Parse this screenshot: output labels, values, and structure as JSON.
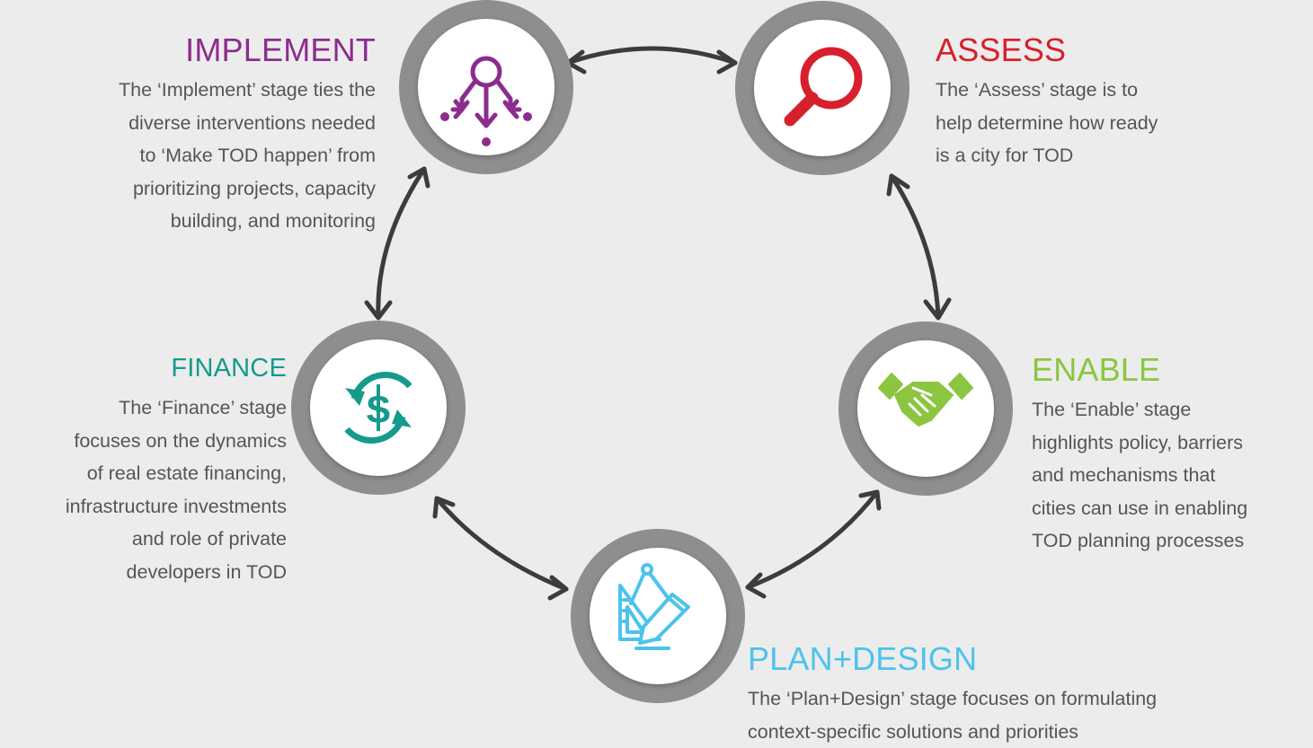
{
  "colors": {
    "background": "#ececec",
    "ring": "#8e8e8e",
    "connector": "#3c3c3c",
    "body_text": "#555555"
  },
  "stages": {
    "implement": {
      "title": "IMPLEMENT",
      "color": "#8c2c8e",
      "icon": "distribution-arrows-icon",
      "lines": [
        "The ‘Implement’ stage ties the",
        "diverse interventions needed",
        "to ‘Make TOD happen’ from",
        "prioritizing projects, capacity",
        "building, and monitoring"
      ]
    },
    "assess": {
      "title": "ASSESS",
      "color": "#d7202d",
      "icon": "magnifying-glass-icon",
      "lines": [
        "The ‘Assess’ stage is to",
        "help determine how ready",
        "is a city for TOD"
      ]
    },
    "enable": {
      "title": "ENABLE",
      "color": "#8cc540",
      "icon": "handshake-icon",
      "lines": [
        "The ‘Enable’ stage",
        "highlights policy, barriers",
        "and mechanisms that",
        "cities can use in enabling",
        "TOD planning processes"
      ]
    },
    "plan_design": {
      "title": "PLAN+DESIGN",
      "color": "#4cc3ec",
      "icon": "drafting-tools-icon",
      "lines": [
        "The ‘Plan+Design’ stage focuses on formulating",
        "context-specific solutions and priorities"
      ]
    },
    "finance": {
      "title": "FINANCE",
      "color": "#159a8c",
      "icon": "dollar-cycle-icon",
      "lines": [
        "The ‘Finance’ stage",
        "focuses on the dynamics",
        "of real estate financing,",
        "infrastructure investments",
        "and role of private",
        "developers in TOD"
      ]
    }
  }
}
